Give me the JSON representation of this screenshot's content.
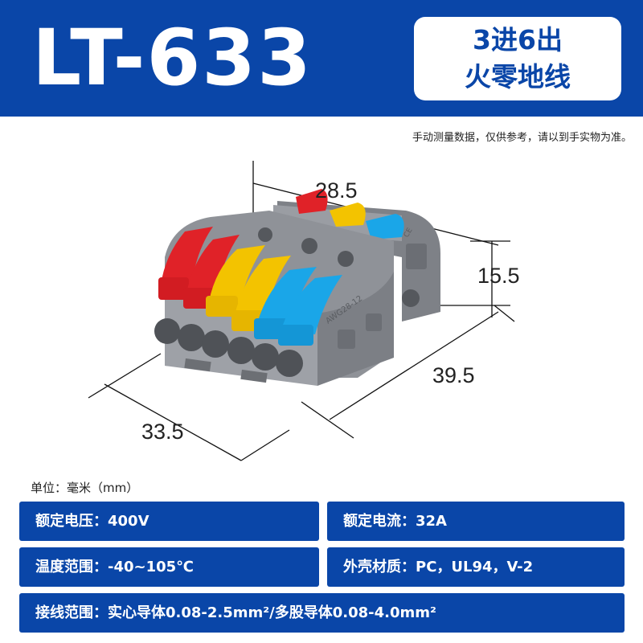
{
  "header": {
    "model": "LT-633",
    "tag_line1": "3进6出",
    "tag_line2": "火零地线"
  },
  "note": "手动测量数据，仅供参考，请以到手实物为准。",
  "dimensions": {
    "top_width": "28.5",
    "height": "15.5",
    "depth": "39.5",
    "front_width": "33.5"
  },
  "unit_text": "单位：毫米（mm）",
  "specs": {
    "voltage": "额定电压：400V",
    "current": "额定电流：32A",
    "temperature": "温度范围：-40~105℃",
    "material": "外壳材质：PC，UL94，V-2",
    "wiring": "接线范围：实心导体0.08-2.5mm²/多股导体0.08-4.0mm²"
  },
  "product_marking": "AWG28-12",
  "colors": {
    "brand_blue": "#0a46a8",
    "housing_gray": "#8a8d93",
    "lever_red": "#e02228",
    "lever_yellow": "#f3c300",
    "lever_blue": "#1aa6e8"
  }
}
